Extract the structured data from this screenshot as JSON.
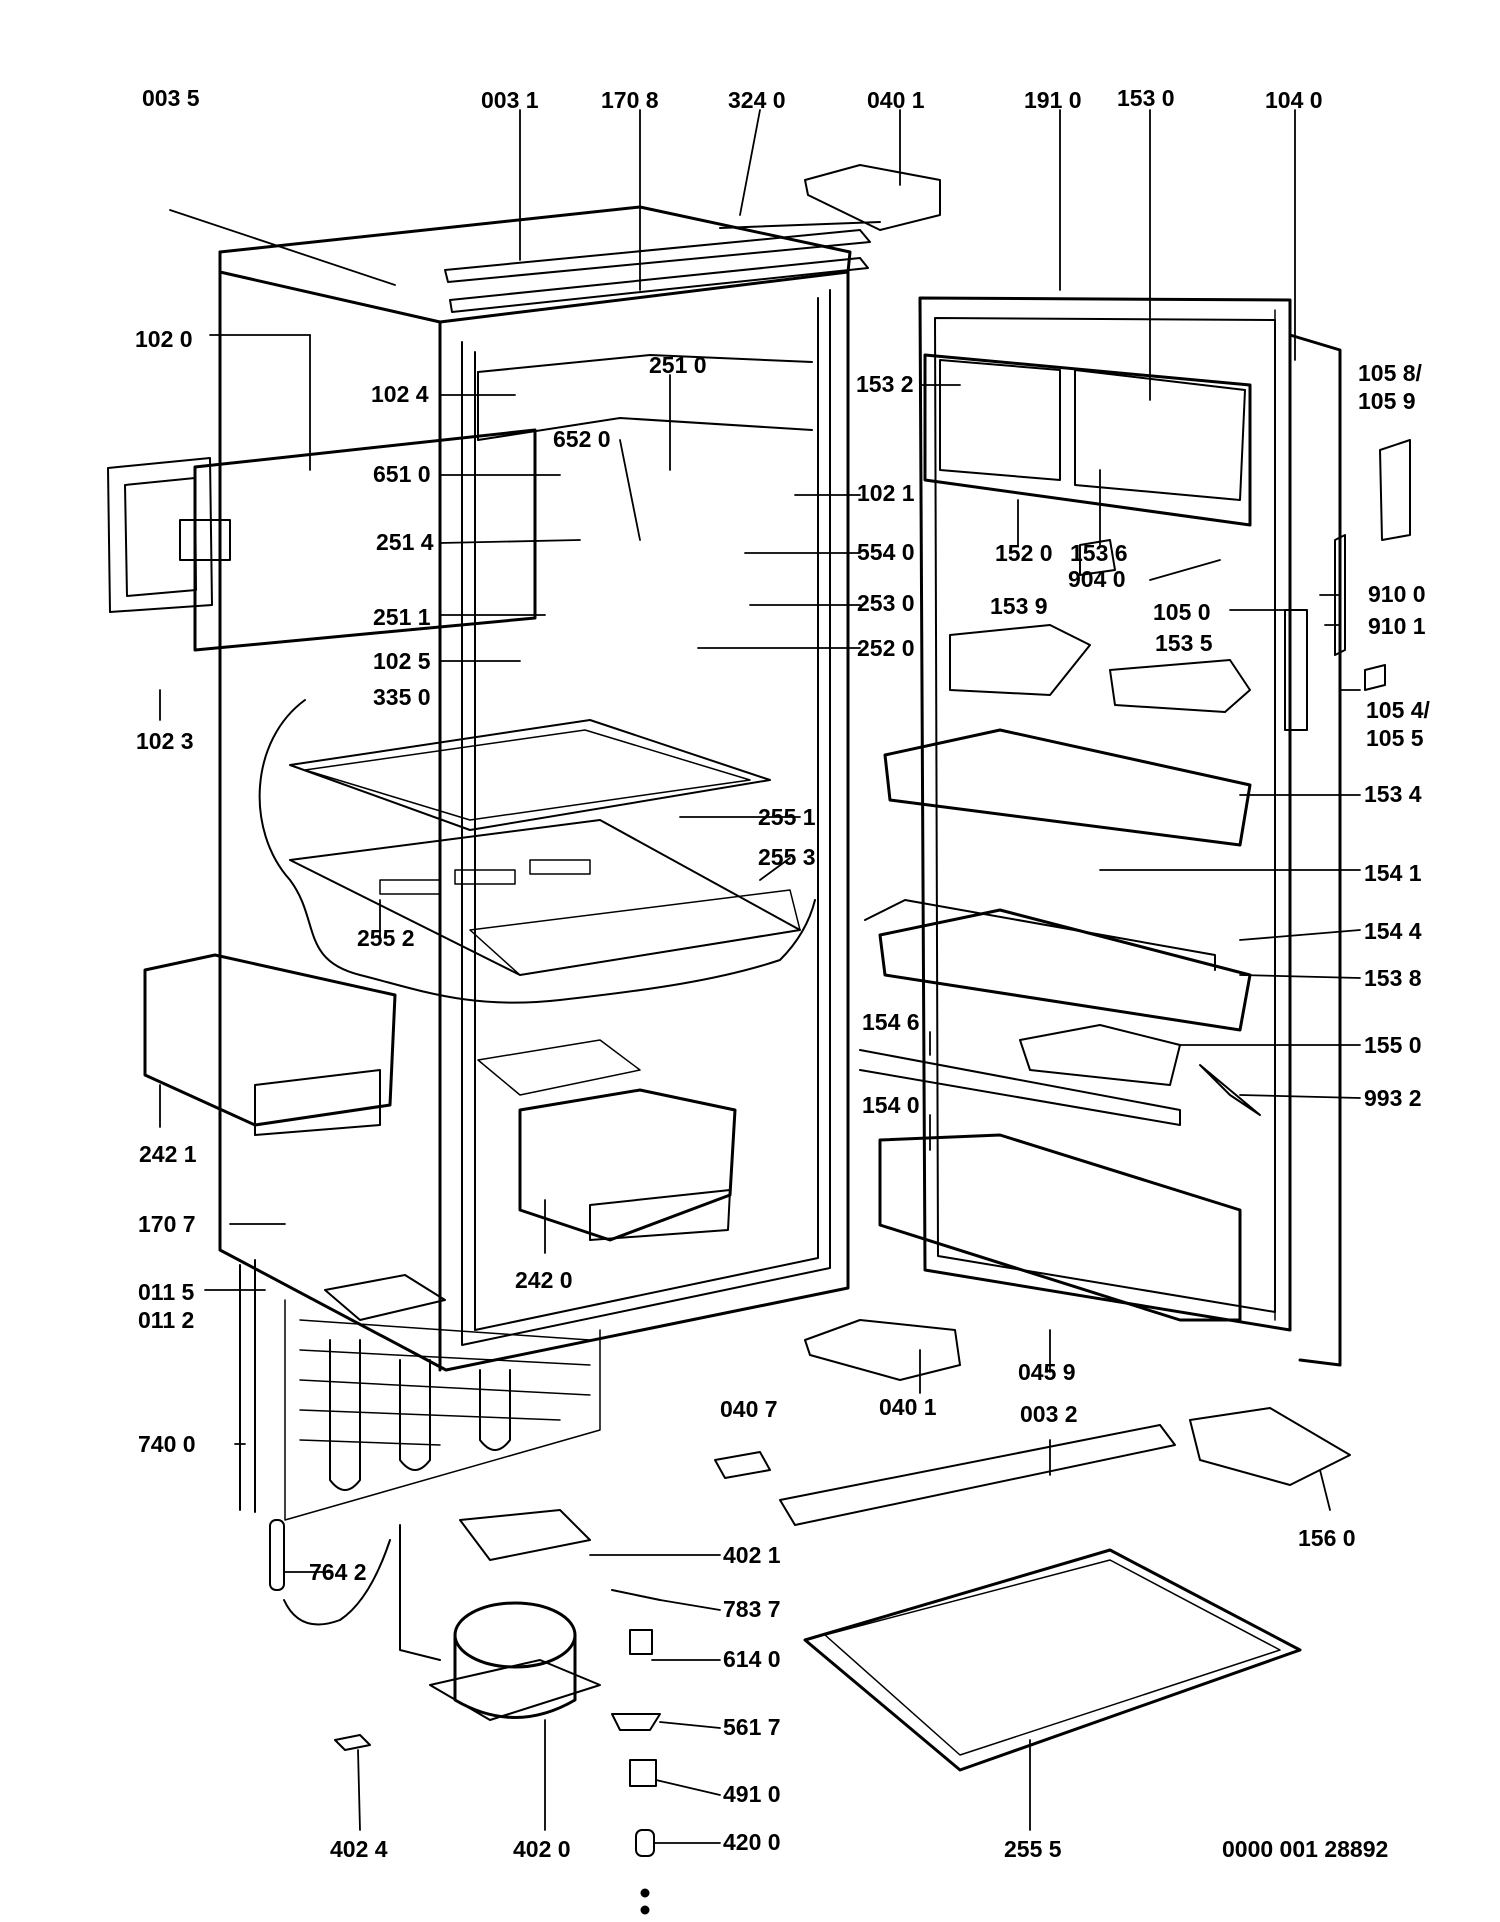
{
  "diagram": {
    "labels": [
      {
        "id": "p-0035",
        "text": "003 5"
      },
      {
        "id": "p-0031",
        "text": "003 1"
      },
      {
        "id": "p-1708",
        "text": "170 8"
      },
      {
        "id": "p-3240",
        "text": "324 0"
      },
      {
        "id": "p-0401-top",
        "text": "040 1"
      },
      {
        "id": "p-1910",
        "text": "191 0"
      },
      {
        "id": "p-1530",
        "text": "153 0"
      },
      {
        "id": "p-1040",
        "text": "104 0"
      },
      {
        "id": "p-1020",
        "text": "102 0"
      },
      {
        "id": "p-1024",
        "text": "102 4"
      },
      {
        "id": "p-2510",
        "text": "251 0"
      },
      {
        "id": "p-1532",
        "text": "153 2"
      },
      {
        "id": "p-1058-1059",
        "text": "105 8/\n105 9"
      },
      {
        "id": "p-6520",
        "text": "652 0"
      },
      {
        "id": "p-6510",
        "text": "651 0"
      },
      {
        "id": "p-1021",
        "text": "102 1"
      },
      {
        "id": "p-2514",
        "text": "251 4"
      },
      {
        "id": "p-5540",
        "text": "554 0"
      },
      {
        "id": "p-1520",
        "text": "152 0"
      },
      {
        "id": "p-1536",
        "text": "153 6"
      },
      {
        "id": "p-9040",
        "text": "904 0"
      },
      {
        "id": "p-9100",
        "text": "910 0"
      },
      {
        "id": "p-2530",
        "text": "253 0"
      },
      {
        "id": "p-2511",
        "text": "251 1"
      },
      {
        "id": "p-1050",
        "text": "105 0"
      },
      {
        "id": "p-1539",
        "text": "153 9"
      },
      {
        "id": "p-9101",
        "text": "910 1"
      },
      {
        "id": "p-2520",
        "text": "252 0"
      },
      {
        "id": "p-1025",
        "text": "102 5"
      },
      {
        "id": "p-1535",
        "text": "153 5"
      },
      {
        "id": "p-3350",
        "text": "335 0"
      },
      {
        "id": "p-1023",
        "text": "102 3"
      },
      {
        "id": "p-1054-1055",
        "text": "105 4/\n105 5"
      },
      {
        "id": "p-1534",
        "text": "153 4"
      },
      {
        "id": "p-2551",
        "text": "255 1"
      },
      {
        "id": "p-2553",
        "text": "255 3"
      },
      {
        "id": "p-1541",
        "text": "154 1"
      },
      {
        "id": "p-2552",
        "text": "255 2"
      },
      {
        "id": "p-1544",
        "text": "154 4"
      },
      {
        "id": "p-1538",
        "text": "153 8"
      },
      {
        "id": "p-1546",
        "text": "154 6"
      },
      {
        "id": "p-1550",
        "text": "155 0"
      },
      {
        "id": "p-2421",
        "text": "242 1"
      },
      {
        "id": "p-9932",
        "text": "993 2"
      },
      {
        "id": "p-1540",
        "text": "154 0"
      },
      {
        "id": "p-1707",
        "text": "170 7"
      },
      {
        "id": "p-2420",
        "text": "242 0"
      },
      {
        "id": "p-0115-0112",
        "text": "011 5\n011 2"
      },
      {
        "id": "p-0459",
        "text": "045 9"
      },
      {
        "id": "p-0407",
        "text": "040 7"
      },
      {
        "id": "p-0401-bottom",
        "text": "040 1"
      },
      {
        "id": "p-0032",
        "text": "003 2"
      },
      {
        "id": "p-7400",
        "text": "740 0"
      },
      {
        "id": "p-1560",
        "text": "156 0"
      },
      {
        "id": "p-4021",
        "text": "402 1"
      },
      {
        "id": "p-7642",
        "text": "764 2"
      },
      {
        "id": "p-7837",
        "text": "783 7"
      },
      {
        "id": "p-6140",
        "text": "614 0"
      },
      {
        "id": "p-5617",
        "text": "561 7"
      },
      {
        "id": "p-4910",
        "text": "491 0"
      },
      {
        "id": "p-4024",
        "text": "402 4"
      },
      {
        "id": "p-4020",
        "text": "402 0"
      },
      {
        "id": "p-4200",
        "text": "420 0"
      },
      {
        "id": "p-2555",
        "text": "255 5"
      },
      {
        "id": "drawing-number",
        "text": "0000 001 28892"
      }
    ]
  }
}
